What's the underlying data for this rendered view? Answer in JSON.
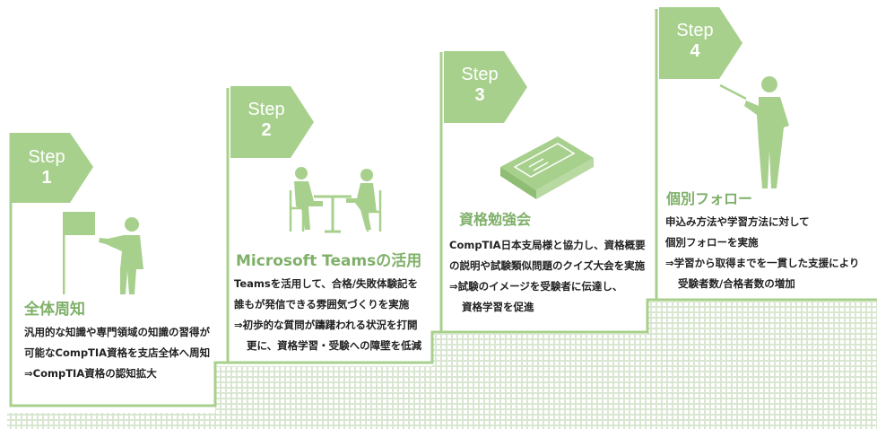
{
  "colors": {
    "accent": "#a8d08d",
    "title": "#7fb069",
    "text": "#222222"
  },
  "steps": [
    {
      "word": "Step",
      "num": "1",
      "title": "全体周知",
      "icon": "person-with-flag-icon",
      "lines": [
        "汎用的な知識や専門領域の知識の習得が",
        "可能なCompTIA資格を支店全体へ周知",
        "⇒CompTIA資格の認知拡大"
      ]
    },
    {
      "word": "Step",
      "num": "2",
      "title": "Microsoft Teamsの活用",
      "icon": "two-people-at-table-icon",
      "lines": [
        "Teamsを活用して、合格/失敗体験記を",
        "誰もが発信できる雰囲気づくりを実施",
        "⇒初歩的な質問が躊躇われる状況を打開",
        "更に、資格学習・受験への障壁を低減"
      ]
    },
    {
      "word": "Step",
      "num": "3",
      "title": "資格勉強会",
      "icon": "book-icon",
      "lines": [
        "CompTIA日本支局様と協力し、資格概要",
        "の説明や試験類似問題のクイズ大会を実施",
        "⇒試験のイメージを受験者に伝達し、",
        "資格学習を促進"
      ]
    },
    {
      "word": "Step",
      "num": "4",
      "title": "個別フォロー",
      "icon": "presenter-with-pointer-icon",
      "lines": [
        "申込み方法や学習方法に対して",
        "個別フォローを実施",
        "⇒学習から取得までを一貫した支援により",
        "受験者数/合格者数の増加"
      ]
    }
  ]
}
